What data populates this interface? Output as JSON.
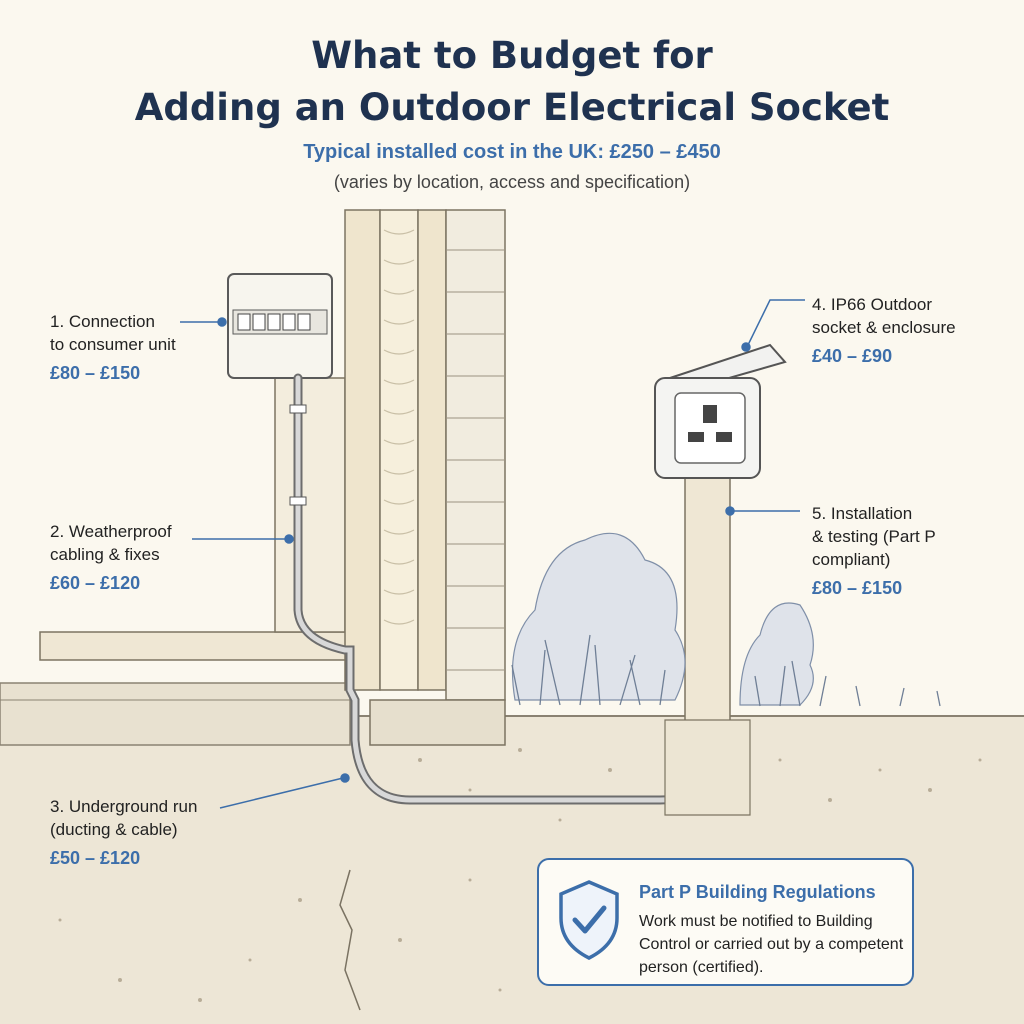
{
  "title_line1": "What to Budget for",
  "title_line2": "Adding an Outdoor Electrical Socket",
  "subtitle": "Typical installed cost in the UK: £250 – £450",
  "note": "(varies by location, access and specification)",
  "callouts": [
    {
      "lines": [
        "1. Connection",
        "to consumer unit"
      ],
      "cost": "£80 – £150"
    },
    {
      "lines": [
        "2. Weatherproof",
        "cabling & fixes"
      ],
      "cost": "£60 – £120"
    },
    {
      "lines": [
        "3. Underground run",
        "(ducting & cable)"
      ],
      "cost": "£50 – £120"
    },
    {
      "lines": [
        "4. IP66 Outdoor",
        "socket & enclosure"
      ],
      "cost": "£40 – £90"
    },
    {
      "lines": [
        "5. Installation",
        "& testing (Part P",
        "compliant)"
      ],
      "cost": "£80 – £150"
    }
  ],
  "info_box": {
    "title": "Part P Building Regulations",
    "text": "Work must be notified to Building Control or carried out by a competent person (certified).",
    "icon": "shield-check-icon"
  },
  "colors": {
    "accent": "#3c6eaa",
    "title": "#1f3250",
    "background": "#fbf8ef"
  }
}
